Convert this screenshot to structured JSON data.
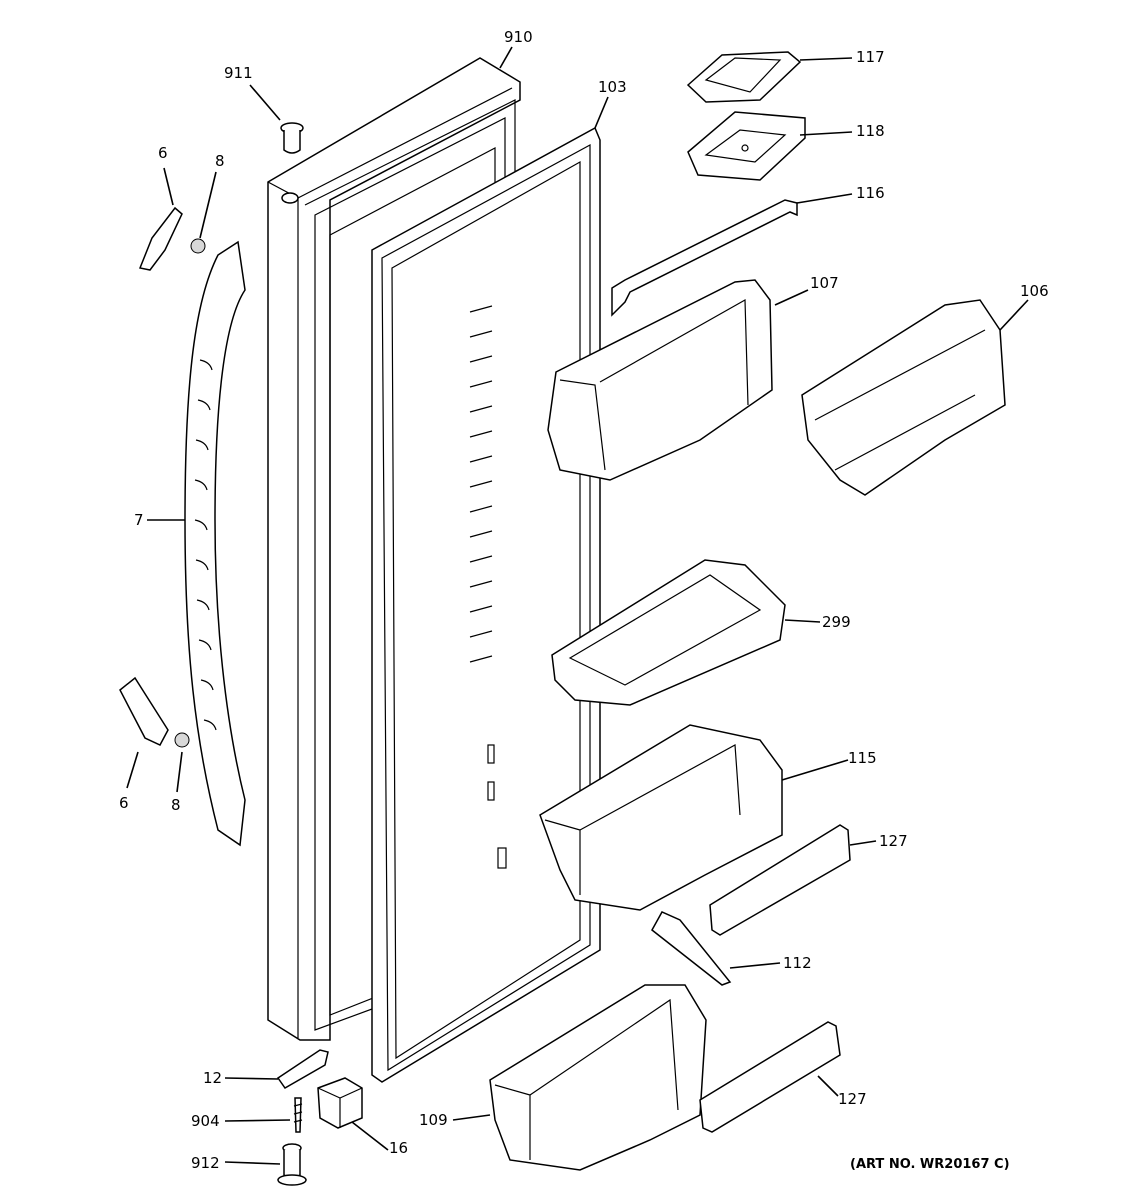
{
  "diagram": {
    "art_number": "(ART NO. WR20167 C)",
    "callouts": {
      "c910": "910",
      "c911": "911",
      "c103": "103",
      "c117": "117",
      "c118": "118",
      "c116": "116",
      "c107": "107",
      "c106": "106",
      "c6_top": "6",
      "c8_top": "8",
      "c7": "7",
      "c6_bottom": "6",
      "c8_bottom": "8",
      "c299": "299",
      "c115": "115",
      "c127_top": "127",
      "c112": "112",
      "c127_bottom": "127",
      "c12": "12",
      "c904": "904",
      "c912": "912",
      "c16": "16",
      "c109": "109"
    }
  }
}
